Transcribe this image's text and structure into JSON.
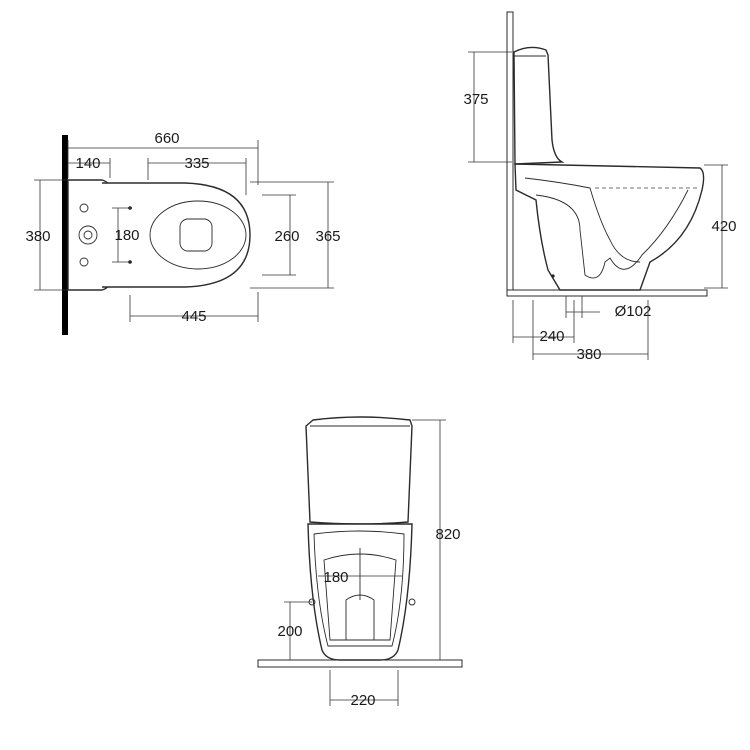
{
  "top_view": {
    "dims": {
      "overall_length": "660",
      "wall_to_outlet": "140",
      "bowl_opening": "335",
      "fixing_width": "180",
      "tank_width": "380",
      "inner_width": "260",
      "bowl_width": "365",
      "projection": "445"
    }
  },
  "side_view": {
    "dims": {
      "tank_height": "375",
      "seat_height": "420",
      "outlet_diameter": "Ø102",
      "outlet_center": "240",
      "outlet_far": "380"
    }
  },
  "front_view": {
    "dims": {
      "total_height": "820",
      "fixing_spacing": "180",
      "fixing_height": "200",
      "base_width": "220"
    }
  }
}
